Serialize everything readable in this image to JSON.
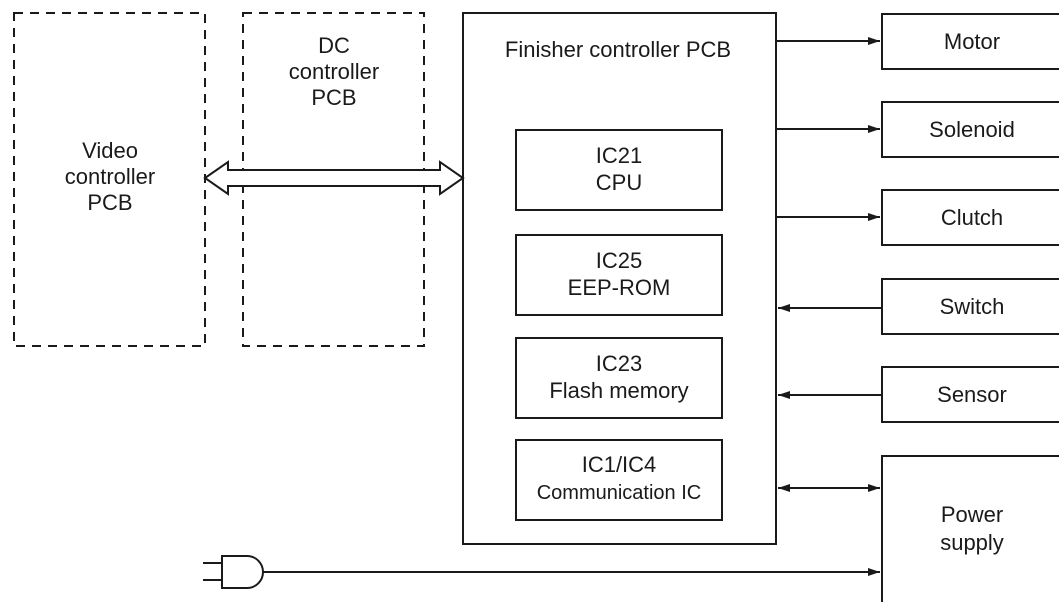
{
  "video_controller": {
    "line1": "Video",
    "line2": "controller",
    "line3": "PCB"
  },
  "dc_controller": {
    "line1": "DC",
    "line2": "controller",
    "line3": "PCB"
  },
  "finisher": {
    "title": "Finisher controller PCB",
    "ics": [
      {
        "line1": "IC21",
        "line2": "CPU"
      },
      {
        "line1": "IC25",
        "line2": "EEP-ROM"
      },
      {
        "line1": "IC23",
        "line2": "Flash memory"
      },
      {
        "line1": "IC1/IC4",
        "line2": "Communication IC"
      }
    ]
  },
  "components": [
    {
      "label": "Motor",
      "direction": "output"
    },
    {
      "label": "Solenoid",
      "direction": "output"
    },
    {
      "label": "Clutch",
      "direction": "output"
    },
    {
      "label": "Switch",
      "direction": "input"
    },
    {
      "label": "Sensor",
      "direction": "input"
    }
  ],
  "power_supply": {
    "line1": "Power",
    "line2": "supply"
  }
}
